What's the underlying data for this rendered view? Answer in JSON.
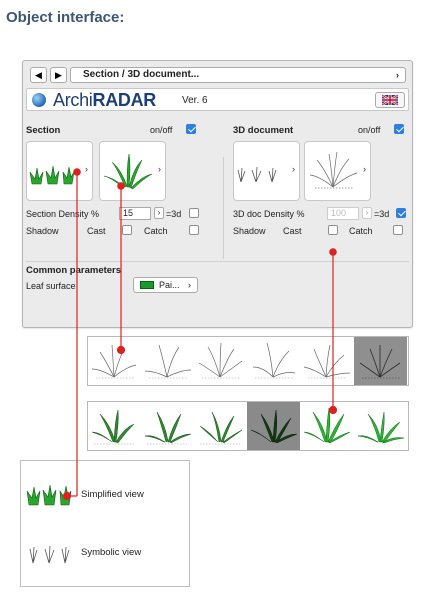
{
  "page": {
    "heading": "Object interface:"
  },
  "panel": {
    "nav": {
      "back_label": "◀",
      "forward_label": "▶"
    },
    "section_dropdown": {
      "value": "Section / 3D document...",
      "caret": "›"
    },
    "logo": {
      "brand_light": "Archi",
      "brand_bold": "RADAR",
      "version": "Ver. 6",
      "flag": "gb-flag-icon"
    },
    "section": {
      "title": "Section",
      "onoff_label": "on/off",
      "onoff_checked": true,
      "density_label": "Section Density %",
      "density_value": "15",
      "eq3d_label": "=3d",
      "shadow_label": "Shadow",
      "cast_label": "Cast",
      "catch_label": "Catch",
      "arrow": "›"
    },
    "doc3d": {
      "title": "3D document",
      "onoff_label": "on/off",
      "onoff_checked": true,
      "density_label": "3D doc Density %",
      "density_value": "100",
      "eq3d_label": "=3d",
      "eq3d_checked": true,
      "shadow_label": "Shadow",
      "cast_label": "Cast",
      "catch_label": "Catch",
      "arrow": "›"
    },
    "common": {
      "title": "Common parameters",
      "leaf_surface_label": "Leaf surface",
      "leaf_surface_value": "Pai...",
      "leaf_surface_color": "#1a9b2a",
      "caret": "›"
    }
  },
  "legend": {
    "simplified_label": "Simplified view",
    "symbolic_label": "Symbolic view"
  },
  "colors": {
    "heading": "#3a5876",
    "connector": "#e02020",
    "leaf_green": "#1a9b2a",
    "selected_cell": "#8f8f8f"
  }
}
